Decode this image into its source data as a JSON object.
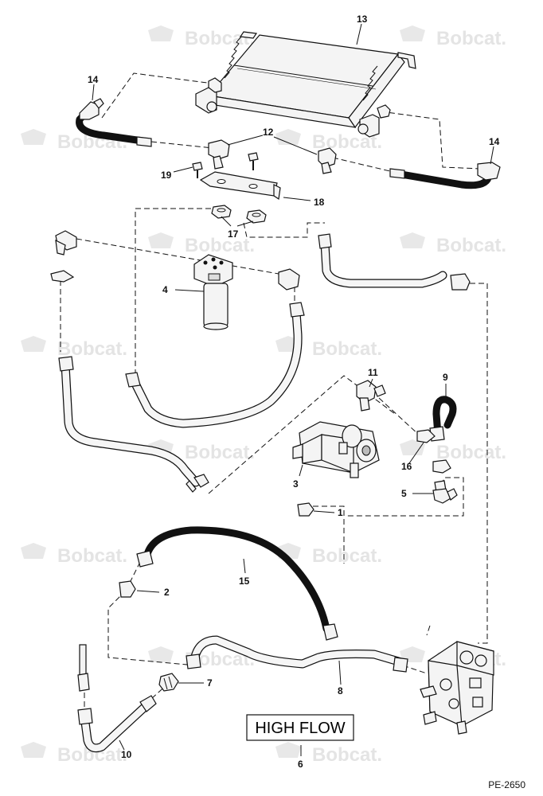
{
  "diagram": {
    "title": "HIGH FLOW",
    "code": "PE-2650",
    "watermark": "Bobcat.",
    "callouts": [
      "1",
      "2",
      "3",
      "4",
      "5",
      "6",
      "7",
      "8",
      "9",
      "10",
      "11",
      "12",
      "13",
      "14",
      "14",
      "15",
      "16",
      "17",
      "18",
      "19"
    ],
    "colors": {
      "ink": "#111111",
      "part_fill": "#f4f4f4",
      "hose": "#3a3a3a",
      "watermark": "#e4e4e4"
    }
  }
}
